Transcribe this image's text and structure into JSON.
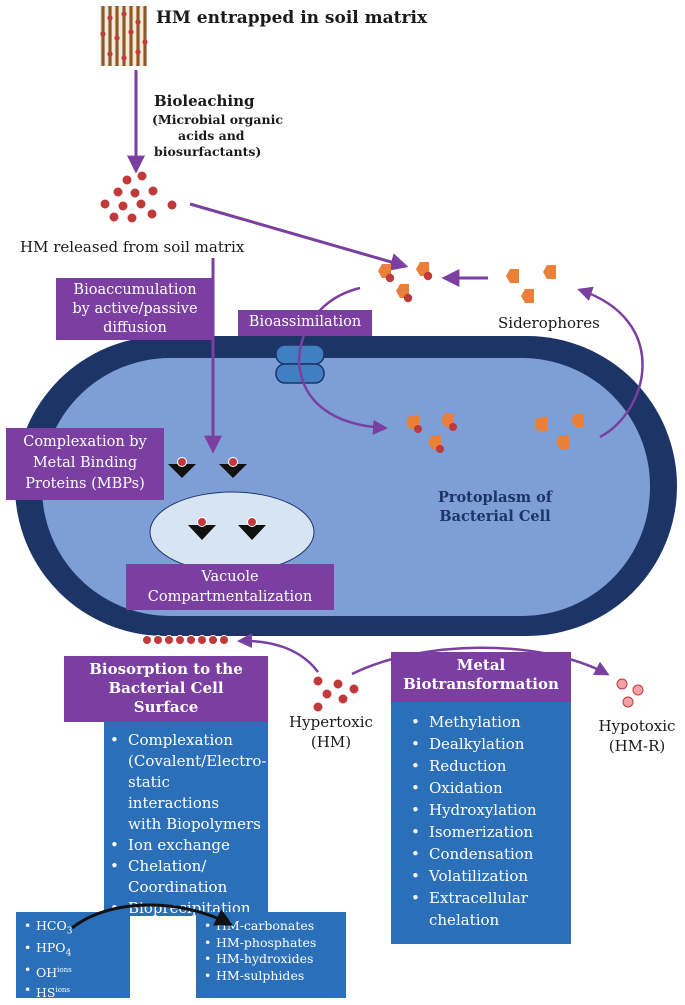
{
  "labels": {
    "hm_entrapped": "HM entrapped in soil matrix",
    "bioleaching": "Bioleaching",
    "bioleaching_detail_1": "(Microbial organic",
    "bioleaching_detail_2": "acids and",
    "bioleaching_detail_3": "biosurfactants)",
    "hm_released": "HM released from soil matrix",
    "bioaccumulation_1": "Bioaccumulation",
    "bioaccumulation_2": "by active/passive",
    "bioaccumulation_3": "diffusion",
    "bioassimilation": "Bioassimilation",
    "siderophores": "Siderophores",
    "complexation_1": "Complexation by",
    "complexation_2": "Metal Binding",
    "complexation_3": "Proteins (MBPs)",
    "protoplasm_1": "Protoplasm of",
    "protoplasm_2": "Bacterial Cell",
    "vacuole_1": "Vacuole",
    "vacuole_2": "Compartmentalization",
    "hypertoxic_1": "Hypertoxic",
    "hypertoxic_2": "(HM)",
    "hypotoxic_1": "Hypotoxic",
    "hypotoxic_2": "(HM-R)"
  },
  "biosorption": {
    "title_1": "Biosorption to the",
    "title_2": "Bacterial Cell",
    "title_3": "Surface",
    "items": [
      "Complexation",
      "(Covalent/Electro-",
      "static interactions",
      "with Biopolymers",
      "Ion exchange",
      "Chelation/",
      "Coordination",
      "Bioprecipitation"
    ]
  },
  "biotransformation": {
    "title_1": "Metal",
    "title_2": "Biotransformation",
    "items": [
      "Methylation",
      "Dealkylation",
      "Reduction",
      "Oxidation",
      "Hydroxylation",
      "Isomerization",
      "Condensation",
      "Volatilization",
      "Extracellular",
      "chelation"
    ]
  },
  "ions": {
    "items": [
      {
        "base": "HCO",
        "sub": "3"
      },
      {
        "base": "HPO",
        "sub": "4"
      },
      {
        "base": "OH",
        "sup": "ions"
      },
      {
        "base": "HS",
        "sup": "ions"
      }
    ]
  },
  "products": {
    "items": [
      "HM-carbonates",
      "HM-phosphates",
      "HM-hydroxides",
      "HM-sulphides"
    ]
  },
  "colors": {
    "purple": "#7a3fa0",
    "blue_box": "#2a6fb8",
    "cell_outer": "#1c3566",
    "cell_inner": "#7e9fd6",
    "metal_dot": "#c0393b",
    "siderophore": "#e8803a",
    "hypotoxic_dot": "#f2a3a8"
  }
}
